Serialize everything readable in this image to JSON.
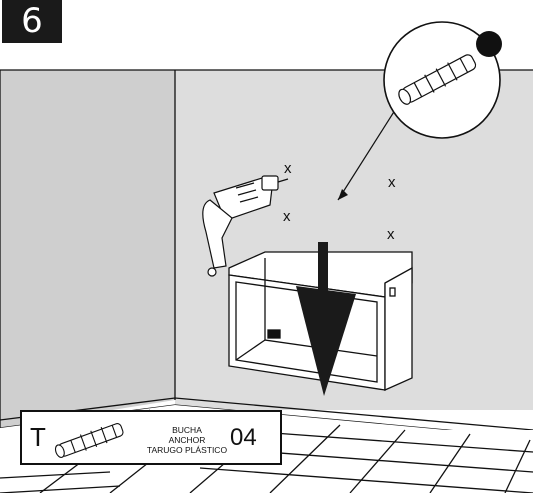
{
  "step": {
    "number": "6"
  },
  "drill_marks": [
    "x",
    "x",
    "x",
    "x"
  ],
  "part": {
    "letter": "T",
    "names": [
      "BUCHA",
      "ANCHOR",
      "TARUGO PLÁSTICO"
    ],
    "quantity": "04"
  },
  "colors": {
    "wall": "#dddddd",
    "side_wall": "#cfcfcf",
    "line": "#111111",
    "badge": "#1a1a1a"
  }
}
